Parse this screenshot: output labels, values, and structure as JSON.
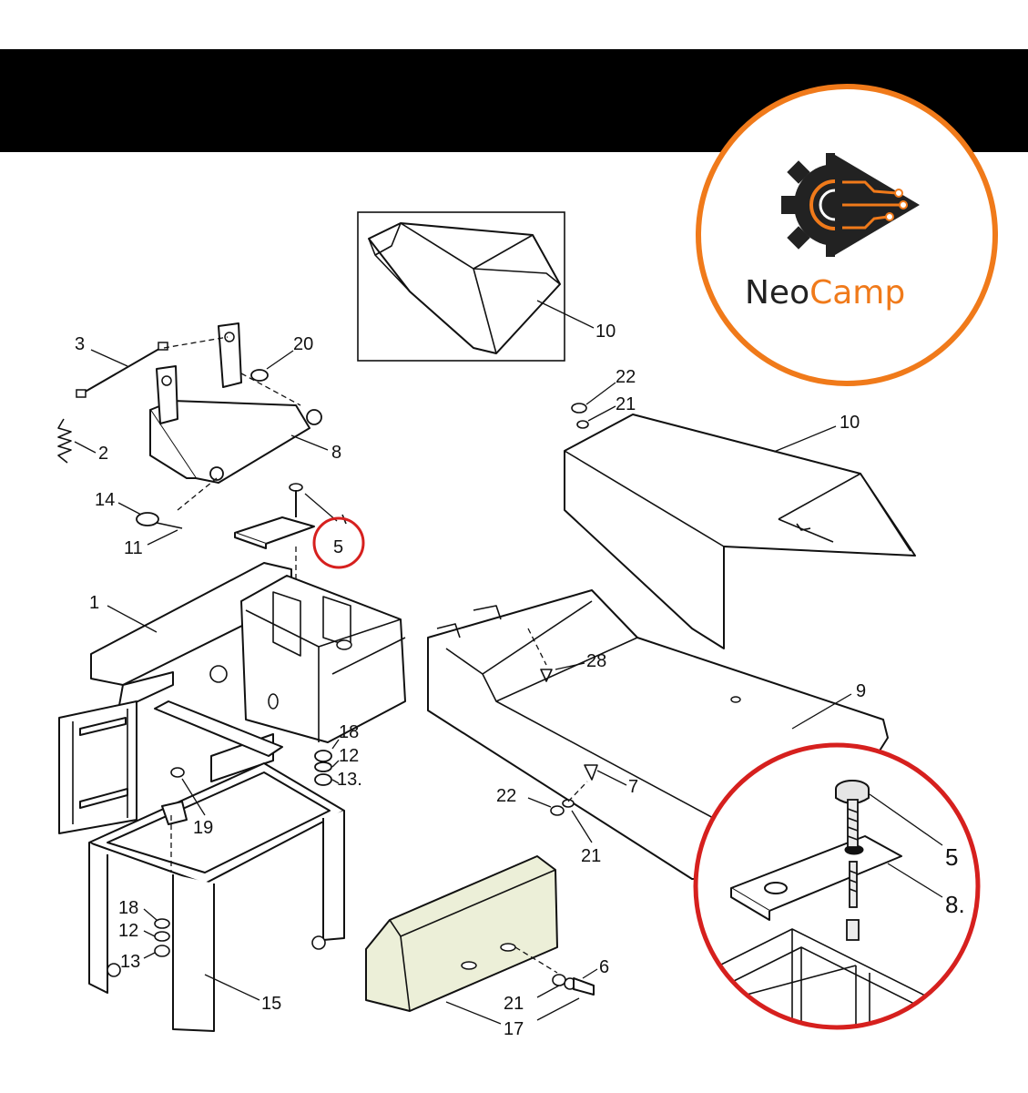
{
  "logo": {
    "brand_part1": "Neo",
    "brand_part2": "Camp",
    "ring_color": "#f07a1a",
    "dark_color": "#222222",
    "accent_color": "#f07a1a"
  },
  "highlight_color": "#d6201e",
  "callouts": {
    "c1": "1",
    "c2": "2",
    "c3": "3",
    "c5": "5",
    "c6": "6",
    "c7": "7",
    "c8": "8",
    "c9": "9",
    "c10_inset": "10",
    "c10_main": "10",
    "c11": "11",
    "c12a": "12",
    "c12b": "12",
    "c13a": "13.",
    "c13b": "13",
    "c14": "14",
    "c15": "15",
    "c17": "17",
    "c18a": "18",
    "c18b": "18",
    "c19": "19",
    "c20": "20",
    "c21a": "21",
    "c21b": "21",
    "c21c": "21",
    "c22a": "22",
    "c22b": "22",
    "c28": "28"
  },
  "zoom": {
    "label_5": "5",
    "label_8": "8."
  }
}
